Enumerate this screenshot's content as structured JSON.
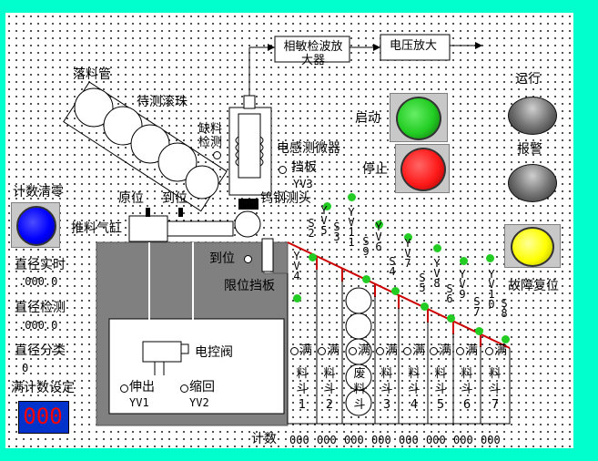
{
  "labels": {
    "phase_detector": "相敏检波放大器",
    "voltage_amp": "电压放大",
    "feed_tube": "落料管",
    "balls_under_test": "待测滚珠",
    "material_shortage": "缺料检测",
    "inductive_sensor": "电感测微器",
    "baffle": "挡板",
    "yv3": "YV3",
    "tungsten_probe": "钨钢测头",
    "home_pos": "原位",
    "in_pos": "到位",
    "push_cylinder": "推料气缸",
    "in_pos2": "到位",
    "limit_baffle": "限位挡板",
    "solenoid_valve": "电控阀",
    "extend": "伸出",
    "yv1": "YV1",
    "retract": "缩回",
    "yv2": "YV2"
  },
  "left_panel": {
    "count_reset_label": "计数清零",
    "diameter_realtime_label": "直径实时",
    "diameter_realtime_value": ".000.0",
    "diameter_detect_label": "直径检测",
    "diameter_detect_value": ".000.0",
    "diameter_class_label": "直径分类",
    "diameter_class_value": "0",
    "full_count_label": "满计数设定",
    "full_count_value": "000"
  },
  "right_panel": {
    "start_label": "启动",
    "stop_label": "停止",
    "run_label": "运行",
    "alarm_label": "报警",
    "fault_reset_label": "故障复位"
  },
  "valves": {
    "yv4": "YV4",
    "s2": "S2",
    "yv5": "YV5",
    "s3": "S3",
    "yv11": "YV11",
    "s9": "S9",
    "yv6": "YV6",
    "s4": "S4",
    "yv7": "YV7",
    "s5": "S5",
    "yv8": "YV8",
    "s6": "S6",
    "yv9": "YV9",
    "s7": "S7",
    "yv10": "YV10",
    "s8": "S8"
  },
  "bins": {
    "full_label": "满",
    "items": [
      {
        "label": "料斗1",
        "count": "000"
      },
      {
        "label": "料斗2",
        "count": "000"
      },
      {
        "label": "废料斗",
        "count": "000"
      },
      {
        "label": "料斗3",
        "count": "000"
      },
      {
        "label": "料斗4",
        "count": "000"
      },
      {
        "label": "料斗5",
        "count": "000"
      },
      {
        "label": "料斗6",
        "count": "000"
      },
      {
        "label": "料斗7",
        "count": "000"
      }
    ],
    "count_label": "计数"
  },
  "colors": {
    "background": "#00ffcc",
    "panel": "#ffffff",
    "machine": "#808080",
    "start_lamp": "#22cc22",
    "stop_lamp": "#ff1a1a",
    "fault_lamp": "#ffff00",
    "reset_button": "#0000ff",
    "counter_bg": "#0033cc",
    "counter_text": "#ff0000",
    "indicator": "#22cc22",
    "chute": "#cc0000"
  }
}
